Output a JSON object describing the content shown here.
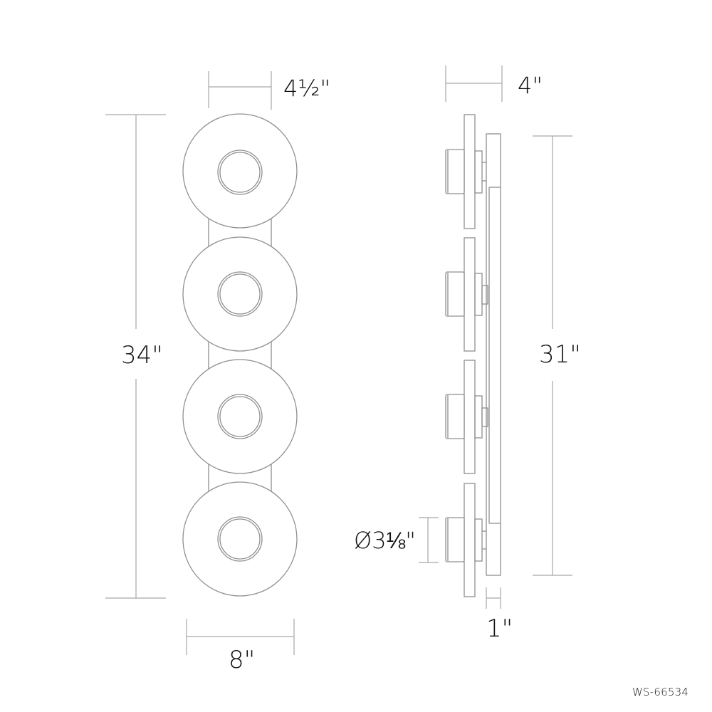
{
  "drawing": {
    "title": "Four-light wall sconce dimension drawing",
    "line_color": "#8a8a8a",
    "dim_line_color": "#a0a0a0",
    "text_color": "#111111",
    "model_number": "WS-66534"
  },
  "front_view": {
    "shade_count": 4,
    "dimensions": {
      "overall_height": "34\"",
      "shade_diameter_width": "4½\"",
      "overall_width": "8\""
    }
  },
  "side_view": {
    "dimensions": {
      "overall_depth": "4\"",
      "backplate_height": "31\"",
      "lens_diameter": "Ø3⅛\"",
      "backplate_depth": "1\""
    }
  }
}
